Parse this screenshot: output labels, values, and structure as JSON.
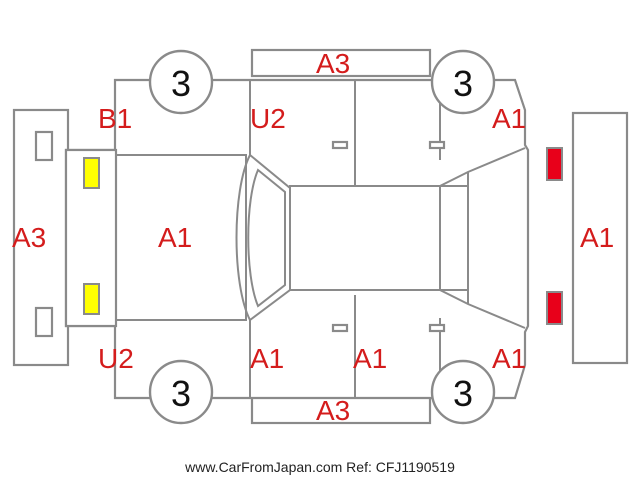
{
  "colors": {
    "damage_code": "#d41c1c",
    "outline": "#8a8a8a",
    "front_lamp": "#ffff00",
    "rear_lamp": "#e8001a"
  },
  "tires": {
    "front_left": "3",
    "rear_left": "3",
    "front_right": "3",
    "rear_right": "3"
  },
  "codes": {
    "roof_top_edge": "A3",
    "front_left_fender": "B1",
    "left_front_door": "U2",
    "left_rear_quarter": "A1",
    "front_bumper": "A3",
    "hood": "A1",
    "rear_bumper": "A1",
    "front_right_fender": "U2",
    "right_front_pillar": "A1",
    "right_rear_door": "A1",
    "right_rear_quarter": "A1",
    "roof_bottom_edge": "A3"
  },
  "footer": "www.CarFromJapan.com Ref: CFJ1190519",
  "icons": [
    "car-body-diagram",
    "tire-icon",
    "headlamp-icon",
    "taillamp-icon"
  ]
}
